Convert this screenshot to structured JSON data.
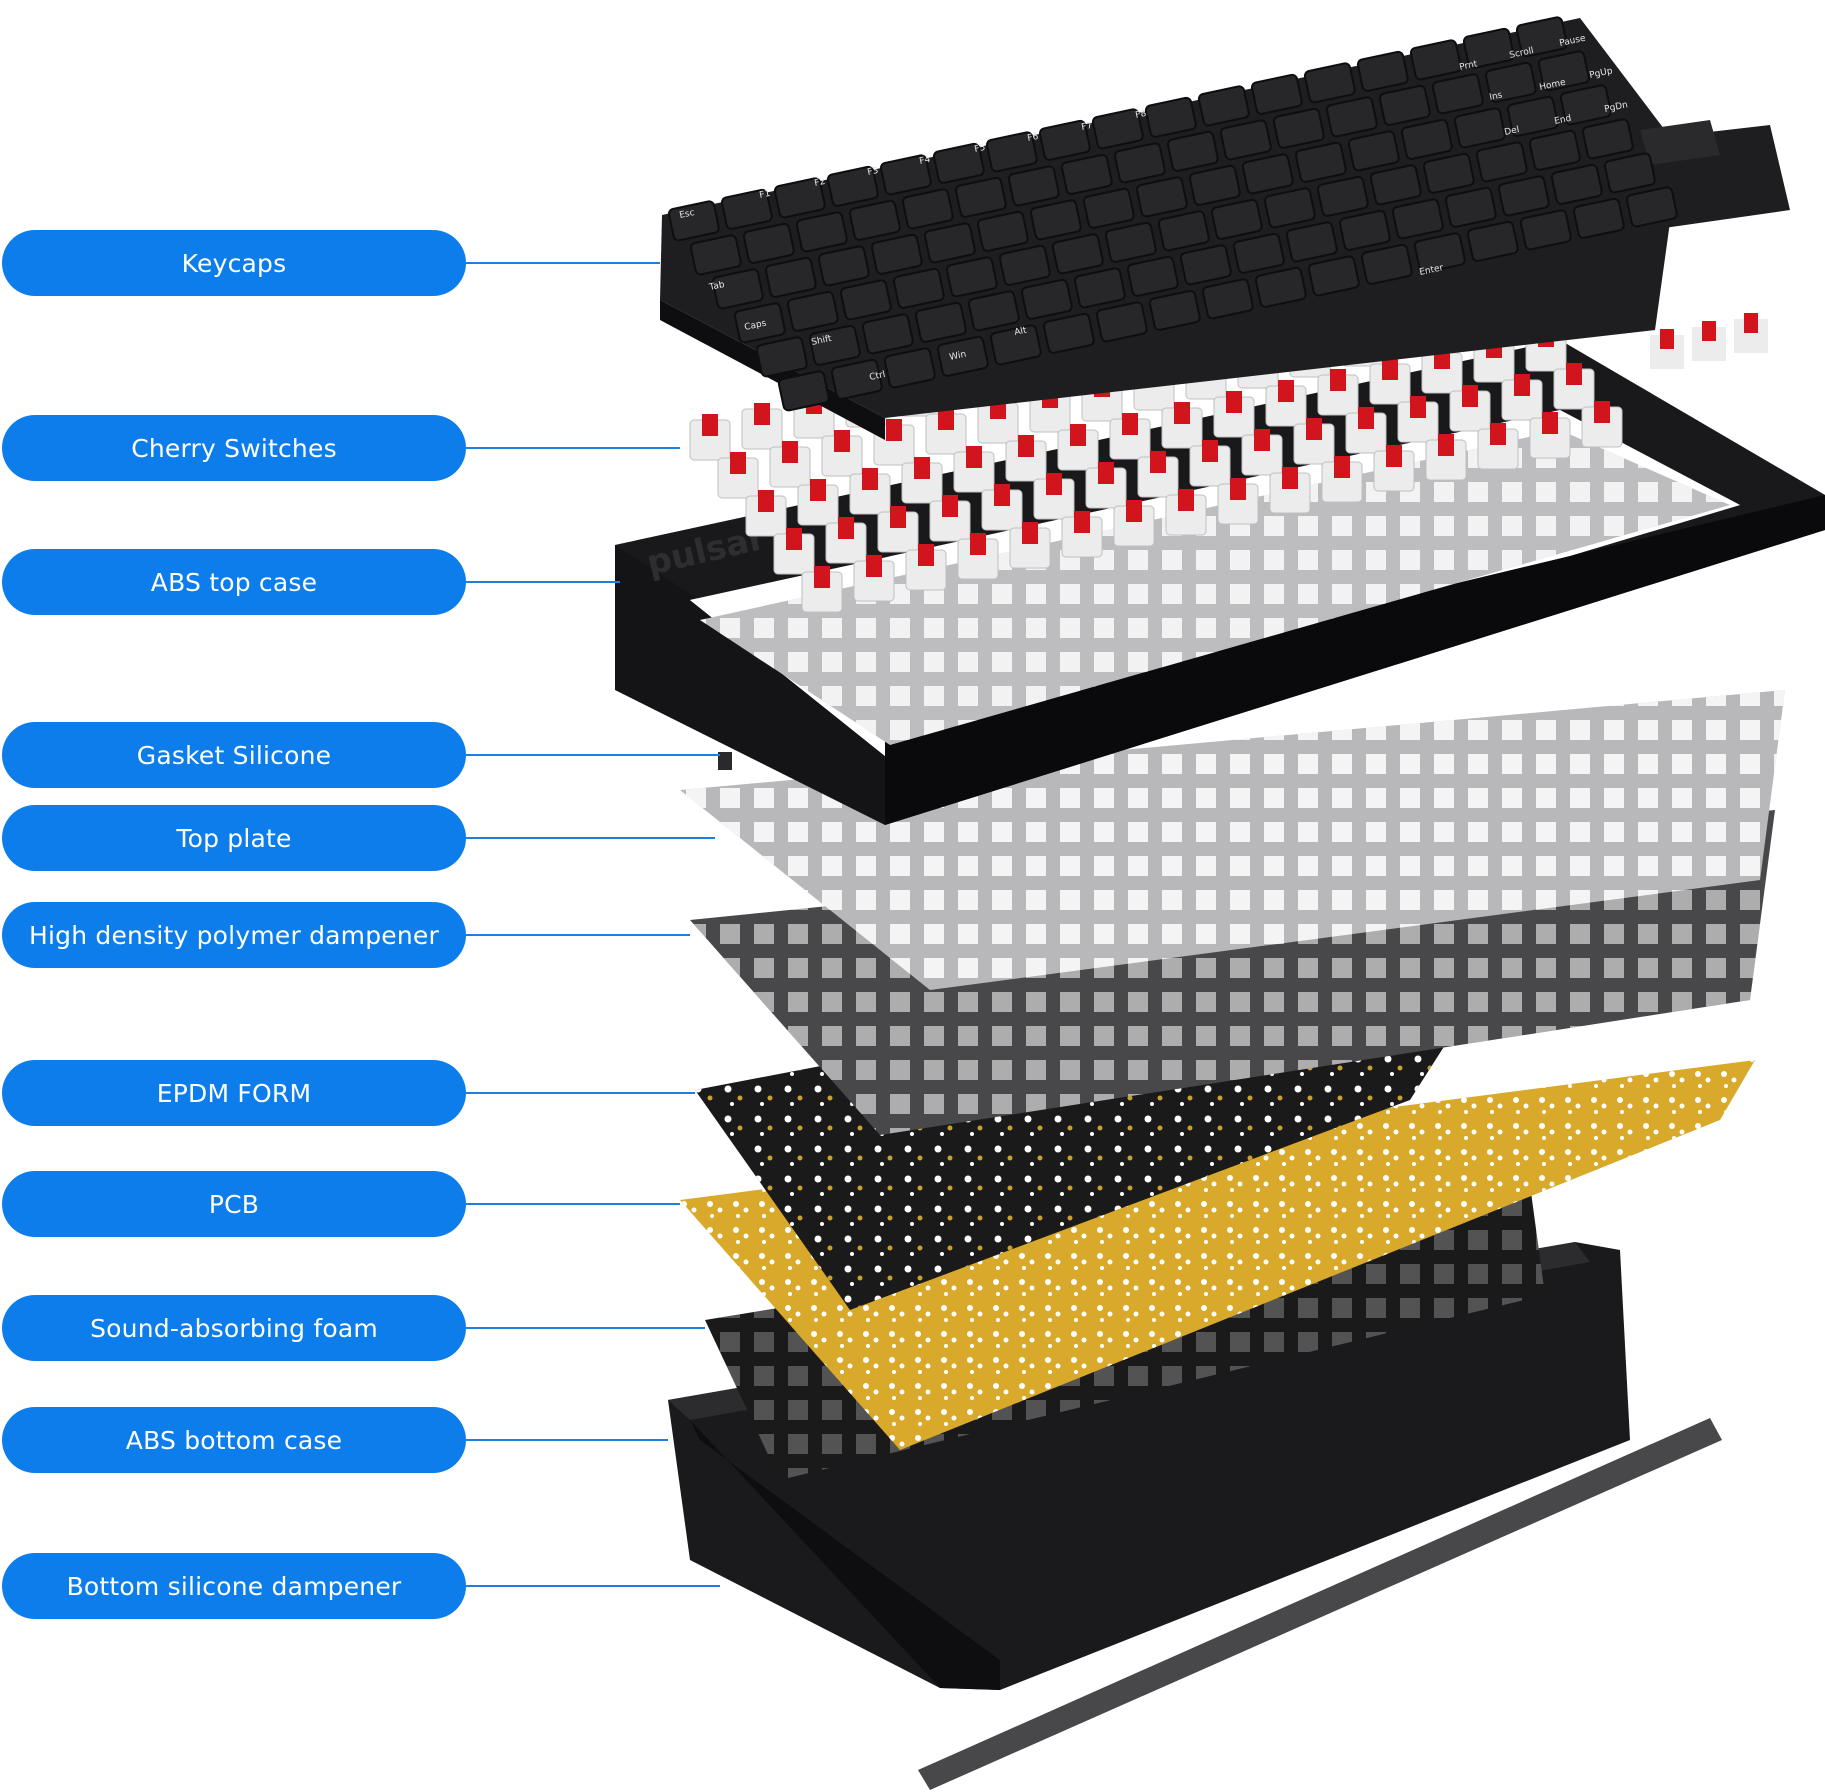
{
  "colors": {
    "label_bg": "#0C7DEA",
    "label_text": "#FFFFFF",
    "leader": "#1E7FE0",
    "keycap": "#1E1E20",
    "keycap_edge": "#0E0E10",
    "switch_stem": "#D2141C",
    "switch_housing": "#ECECEC",
    "case": "#141416",
    "plate": "#B8B8BA",
    "dampener": "#48484A",
    "foam": "#1A1A1A",
    "pcb": "#D8A92A"
  },
  "brand_mark": "pulsar",
  "keycap_legends": [
    "Esc",
    "F1",
    "F2",
    "F3",
    "F4",
    "F5",
    "F6",
    "F7",
    "F8",
    "Tab",
    "Caps",
    "Shift",
    "Ctrl",
    "Win",
    "Alt",
    "Enter",
    "Prnt",
    "Scroll",
    "Pause",
    "Ins",
    "Home",
    "PgUp",
    "Del",
    "End",
    "PgDn"
  ],
  "labels": [
    {
      "name": "keycaps",
      "text": "Keycaps"
    },
    {
      "name": "cherry-switches",
      "text": "Cherry Switches"
    },
    {
      "name": "abs-top-case",
      "text": "ABS top case"
    },
    {
      "name": "gasket-silicone",
      "text": "Gasket Silicone"
    },
    {
      "name": "top-plate",
      "text": "Top plate"
    },
    {
      "name": "high-density-polymer-dampener",
      "text": "High density polymer dampener"
    },
    {
      "name": "epdm-form",
      "text": "EPDM FORM"
    },
    {
      "name": "pcb",
      "text": "PCB"
    },
    {
      "name": "sound-absorbing-foam",
      "text": "Sound-absorbing foam"
    },
    {
      "name": "abs-bottom-case",
      "text": "ABS bottom case"
    },
    {
      "name": "bottom-silicone-dampener",
      "text": "Bottom silicone dampener"
    }
  ]
}
